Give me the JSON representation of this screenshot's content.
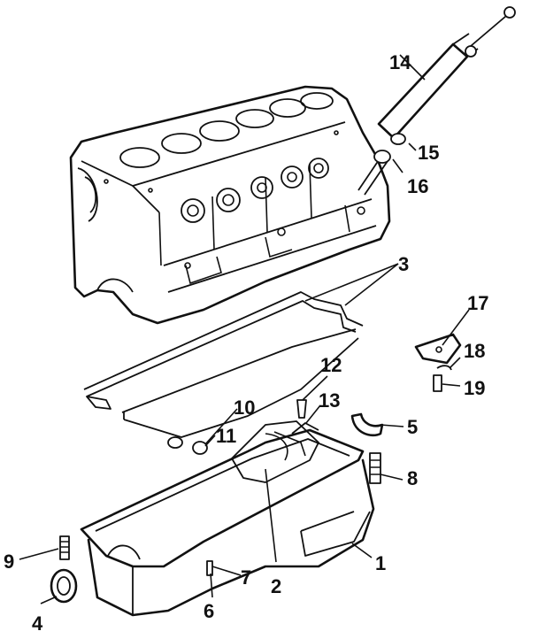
{
  "labels": {
    "l1": "1",
    "l2": "2",
    "l3": "3",
    "l4": "4",
    "l5": "5",
    "l6": "6",
    "l7": "7",
    "l8": "8",
    "l9": "9",
    "l10": "10",
    "l11": "11",
    "l12": "12",
    "l13": "13",
    "l14": "14",
    "l15": "15",
    "l16": "16",
    "l17": "17",
    "l18": "18",
    "l19": "19"
  },
  "colors": {
    "ink": "#111111",
    "paper": "#ffffff"
  }
}
